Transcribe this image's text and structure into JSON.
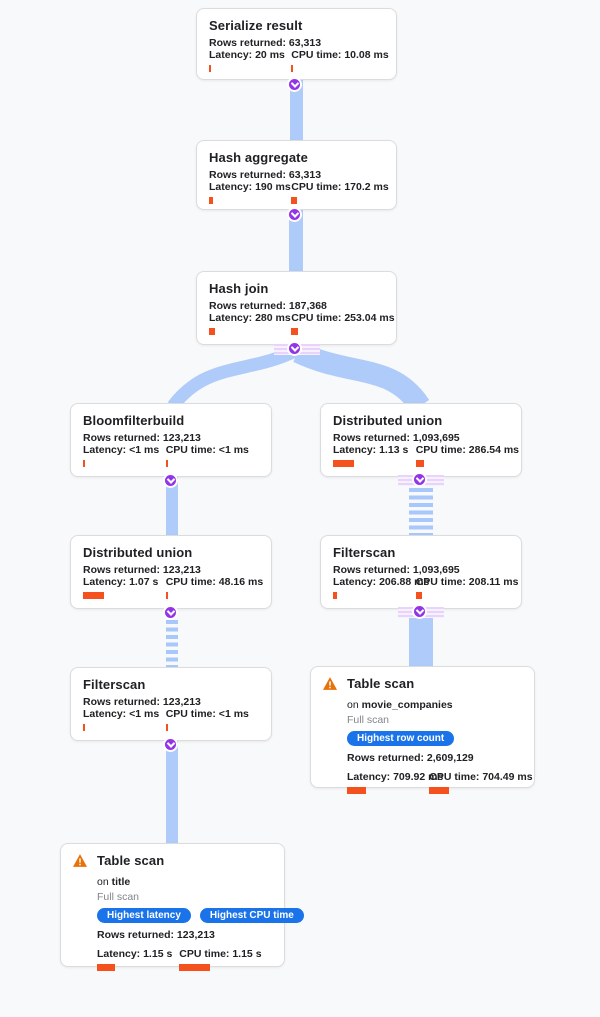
{
  "app": {
    "name": "Query execution plan visualizer"
  },
  "colors": {
    "background": "#f8f9fa",
    "ribbon_blue": "#aecbfa",
    "chevron_purple": "#9334e6",
    "metric_bar_orange": "#f4511e",
    "badge_blue": "#1a73e8",
    "warning_orange": "#e8710a",
    "card_border": "#dadce0",
    "text_dark": "#202124",
    "text_muted": "#80868b"
  },
  "icons": {
    "collapse": "chevron-down",
    "warning": "warning-triangle"
  },
  "nodes": {
    "serialize": {
      "title": "Serialize result",
      "rows_text": "Rows returned: 63,313",
      "latency_text": "Latency: 20 ms",
      "cpu_text": "CPU time: 10.08 ms",
      "latency_bar": 2,
      "cpu_bar": 2
    },
    "hash_aggregate": {
      "title": "Hash aggregate",
      "rows_text": "Rows returned: 63,313",
      "latency_text": "Latency: 190 ms",
      "cpu_text": "CPU time: 170.2 ms",
      "latency_bar": 4,
      "cpu_bar": 6
    },
    "hash_join": {
      "title": "Hash join",
      "rows_text": "Rows returned: 187,368",
      "latency_text": "Latency: 280 ms",
      "cpu_text": "CPU time: 253.04 ms",
      "latency_bar": 6,
      "cpu_bar": 7
    },
    "bloomfilterbuild": {
      "title": "Bloomfilterbuild",
      "rows_text": "Rows returned: 123,213",
      "latency_text": "Latency: <1 ms",
      "cpu_text": "CPU time: <1 ms",
      "latency_bar": 2,
      "cpu_bar": 2
    },
    "dist_union_right": {
      "title": "Distributed union",
      "rows_text": "Rows returned: 1,093,695",
      "latency_text": "Latency: 1.13 s",
      "cpu_text": "CPU time: 286.54 ms",
      "latency_bar": 21,
      "cpu_bar": 8
    },
    "dist_union_left": {
      "title": "Distributed union",
      "rows_text": "Rows returned: 123,213",
      "latency_text": "Latency: 1.07 s",
      "cpu_text": "CPU time: 48.16 ms",
      "latency_bar": 21,
      "cpu_bar": 2
    },
    "filterscan_right": {
      "title": "Filterscan",
      "rows_text": "Rows returned: 1,093,695",
      "latency_text": "Latency: 206.88 ms",
      "cpu_text": "CPU time: 208.11 ms",
      "latency_bar": 4,
      "cpu_bar": 6
    },
    "filterscan_left": {
      "title": "Filterscan",
      "rows_text": "Rows returned: 123,213",
      "latency_text": "Latency: <1 ms",
      "cpu_text": "CPU time: <1 ms",
      "latency_bar": 2,
      "cpu_bar": 2
    },
    "table_scan_right": {
      "title": "Table scan",
      "on_prefix": "on",
      "table_name": "movie_companies",
      "scan_type": "Full scan",
      "badges": [
        "Highest row count"
      ],
      "rows_text": "Rows returned: 2,609,129",
      "latency_text": "Latency: 709.92 ms",
      "cpu_text": "CPU time: 704.49 ms",
      "latency_bar": 19,
      "cpu_bar": 20
    },
    "table_scan_left": {
      "title": "Table scan",
      "on_prefix": "on",
      "table_name": "title",
      "scan_type": "Full scan",
      "badges": [
        "Highest latency",
        "Highest CPU time"
      ],
      "rows_text": "Rows returned: 123,213",
      "latency_text": "Latency: 1.15 s",
      "cpu_text": "CPU time: 1.15 s",
      "latency_bar": 18,
      "cpu_bar": 31
    }
  }
}
